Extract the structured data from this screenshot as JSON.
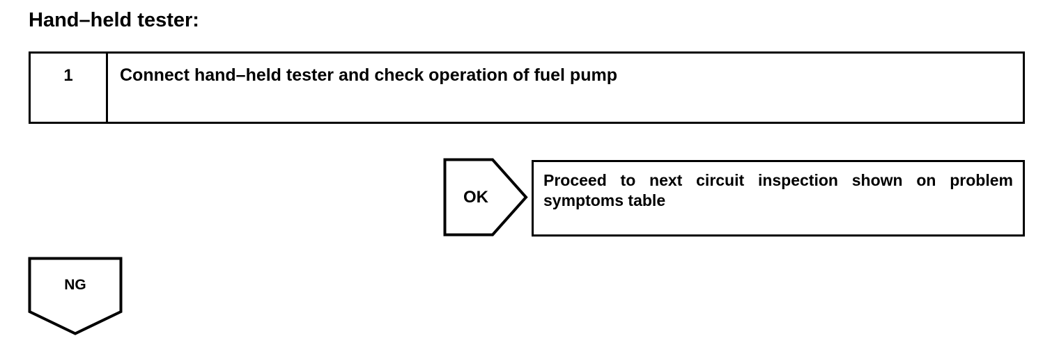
{
  "page": {
    "title": "Hand–held tester:",
    "background_color": "#ffffff",
    "line_color": "#000000"
  },
  "step_table": {
    "rows": [
      {
        "number": "1",
        "instruction": "Connect hand–held tester and check operation of fuel pump"
      }
    ]
  },
  "branches": [
    {
      "result": "OK",
      "shape": "pentagon-arrow-right",
      "outcome": "Proceed to next circuit inspection shown on problem symptoms table"
    },
    {
      "result": "NG",
      "shape": "pentagon-arrow-down",
      "outcome": ""
    }
  ]
}
